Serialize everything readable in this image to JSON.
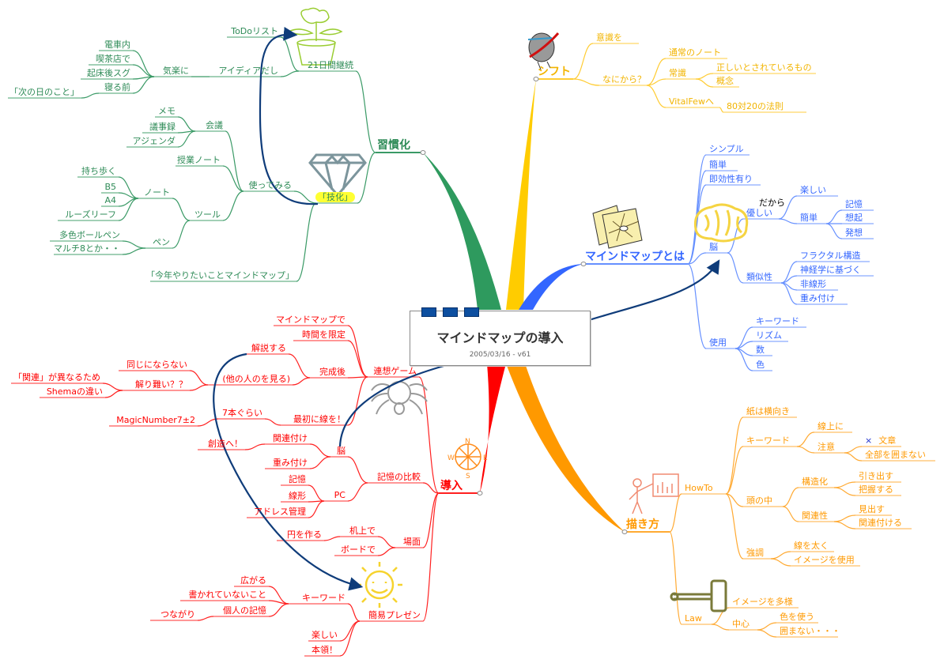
{
  "center": {
    "title": "マインドマップの導入",
    "subtitle": "2005/03/16 - v61"
  },
  "branches": [
    {
      "label": "習慣化",
      "side": "left",
      "text_color": "#2e8b57",
      "line_color": "#3a9a66",
      "fill_color": "#2e9a5e",
      "children": [
        {
          "label": "21日間継続",
          "children": [
            {
              "label": "ToDoリスト",
              "children": []
            },
            {
              "label": "アイディアだし",
              "children": [
                {
                  "label": "気楽に",
                  "children": [
                    {
                      "label": "電車内",
                      "children": []
                    },
                    {
                      "label": "喫茶店で",
                      "children": []
                    },
                    {
                      "label": "起床後スグ",
                      "children": []
                    },
                    {
                      "label": "寝る前",
                      "children": [
                        {
                          "label": "「次の日のこと」",
                          "children": []
                        }
                      ]
                    }
                  ]
                }
              ]
            }
          ]
        },
        {
          "label": "「技化」",
          "highlight": true,
          "children": [
            {
              "label": "使ってみる",
              "children": [
                {
                  "label": "会議",
                  "children": [
                    {
                      "label": "メモ",
                      "children": []
                    },
                    {
                      "label": "議事録",
                      "children": []
                    },
                    {
                      "label": "アジェンダ",
                      "children": []
                    }
                  ]
                },
                {
                  "label": "授業ノート",
                  "children": []
                },
                {
                  "label": "ツール",
                  "children": [
                    {
                      "label": "ノート",
                      "children": [
                        {
                          "label": "持ち歩く",
                          "children": []
                        },
                        {
                          "label": "B5",
                          "children": []
                        },
                        {
                          "label": "A4",
                          "children": []
                        },
                        {
                          "label": "ルーズリーフ",
                          "children": []
                        }
                      ]
                    },
                    {
                      "label": "ペン",
                      "children": [
                        {
                          "label": "多色ボールペン",
                          "children": []
                        },
                        {
                          "label": "マルチ8とか・・",
                          "children": []
                        }
                      ]
                    }
                  ]
                }
              ]
            },
            {
              "label": "「今年やりたいことマインドマップ」",
              "children": []
            }
          ]
        }
      ]
    },
    {
      "label": "シフト",
      "side": "right",
      "text_color": "#f2b400",
      "line_color": "#ffcc33",
      "fill_color": "#ffcc00",
      "children": [
        {
          "label": "意識を",
          "children": []
        },
        {
          "label": "なにから？",
          "children": [
            {
              "label": "通常のノート",
              "children": []
            },
            {
              "label": "常識",
              "children": [
                {
                  "label": "正しいとされているもの",
                  "children": []
                },
                {
                  "label": "概念",
                  "children": []
                }
              ]
            },
            {
              "label": "VitalFewへ",
              "children": [
                {
                  "label": "80対20の法則",
                  "children": []
                }
              ]
            }
          ]
        }
      ]
    },
    {
      "label": "マインドマップとは",
      "side": "right",
      "text_color": "#3366ff",
      "line_color": "#6690ff",
      "fill_color": "#3366ff",
      "annotation": "だから",
      "children": [
        {
          "label": "シンプル",
          "children": []
        },
        {
          "label": "簡単",
          "children": []
        },
        {
          "label": "即効性有り",
          "children": []
        },
        {
          "label": "脳",
          "children": [
            {
              "label": "優しい",
              "children": [
                {
                  "label": "楽しい",
                  "children": []
                },
                {
                  "label": "簡単",
                  "children": [
                    {
                      "label": "記憶",
                      "children": []
                    },
                    {
                      "label": "想起",
                      "children": []
                    },
                    {
                      "label": "発想",
                      "children": []
                    }
                  ]
                }
              ]
            },
            {
              "label": "類似性",
              "children": [
                {
                  "label": "フラクタル構造",
                  "children": []
                },
                {
                  "label": "神経学に基づく",
                  "children": []
                },
                {
                  "label": "非線形",
                  "children": []
                },
                {
                  "label": "重み付け",
                  "children": []
                }
              ]
            }
          ]
        },
        {
          "label": "使用",
          "children": [
            {
              "label": "キーワード",
              "children": []
            },
            {
              "label": "リズム",
              "children": []
            },
            {
              "label": "数",
              "children": []
            },
            {
              "label": "色",
              "children": []
            }
          ]
        }
      ]
    },
    {
      "label": "描き方",
      "side": "right",
      "text_color": "#ff9900",
      "line_color": "#ffaa33",
      "fill_color": "#ff9900",
      "children": [
        {
          "label": "HowTo",
          "children": [
            {
              "label": "紙は横向き",
              "children": []
            },
            {
              "label": "キーワード",
              "children": [
                {
                  "label": "線上に",
                  "children": []
                },
                {
                  "label": "注意",
                  "children": [
                    {
                      "label": "文章",
                      "prefix": "×",
                      "children": []
                    },
                    {
                      "label": "全部を囲まない",
                      "children": []
                    }
                  ]
                }
              ]
            },
            {
              "label": "頭の中",
              "children": [
                {
                  "label": "構造化",
                  "children": [
                    {
                      "label": "引き出す",
                      "children": []
                    },
                    {
                      "label": "把握する",
                      "children": []
                    }
                  ]
                },
                {
                  "label": "関連性",
                  "children": [
                    {
                      "label": "見出す",
                      "children": []
                    },
                    {
                      "label": "関連付ける",
                      "children": []
                    }
                  ]
                }
              ]
            },
            {
              "label": "強調",
              "children": [
                {
                  "label": "線を太く",
                  "children": []
                },
                {
                  "label": "イメージを使用",
                  "children": []
                }
              ]
            }
          ]
        },
        {
          "label": "Law",
          "children": [
            {
              "label": "イメージを多様",
              "children": []
            },
            {
              "label": "中心",
              "children": [
                {
                  "label": "色を使う",
                  "children": []
                },
                {
                  "label": "囲まない・・・",
                  "children": []
                }
              ]
            }
          ]
        }
      ]
    },
    {
      "label": "導入",
      "side": "left",
      "text_color": "#ff0000",
      "line_color": "#ff2020",
      "fill_color": "#ff0000",
      "children": [
        {
          "label": "連想ゲーム",
          "children": [
            {
              "label": "マインドマップで",
              "children": []
            },
            {
              "label": "時間を限定",
              "children": []
            },
            {
              "label": "完成後",
              "children": [
                {
                  "label": "解説する",
                  "children": []
                },
                {
                  "label": "(他の人のを見る)",
                  "children": [
                    {
                      "label": "同じにならない",
                      "children": []
                    },
                    {
                      "label": "解り難い？？",
                      "children": [
                        {
                          "label": "「関連」が異なるため",
                          "children": []
                        },
                        {
                          "label": "Shemaの違い",
                          "children": []
                        }
                      ]
                    }
                  ]
                }
              ]
            },
            {
              "label": "最初に線を！",
              "children": [
                {
                  "label": "7本ぐらい",
                  "children": [
                    {
                      "label": "MagicNumber7±2",
                      "children": []
                    }
                  ]
                }
              ]
            }
          ]
        },
        {
          "label": "記憶の比較",
          "children": [
            {
              "label": "脳",
              "children": [
                {
                  "label": "関連付け",
                  "children": [
                    {
                      "label": "創造へ！",
                      "children": []
                    }
                  ]
                },
                {
                  "label": "重み付け",
                  "children": []
                }
              ]
            },
            {
              "label": "PC",
              "children": [
                {
                  "label": "記憶",
                  "children": []
                },
                {
                  "label": "線形",
                  "children": []
                },
                {
                  "label": "アドレス管理",
                  "children": []
                }
              ]
            }
          ]
        },
        {
          "label": "場面",
          "children": [
            {
              "label": "机上で",
              "children": [
                {
                  "label": "円を作る",
                  "children": []
                }
              ]
            },
            {
              "label": "ボードで",
              "children": []
            }
          ]
        },
        {
          "label": "簡易プレゼン",
          "children": [
            {
              "label": "キーワード",
              "children": [
                {
                  "label": "広がる",
                  "children": []
                },
                {
                  "label": "書かれていないこと",
                  "children": []
                },
                {
                  "label": "個人の記憶",
                  "children": [
                    {
                      "label": "つながり",
                      "children": []
                    }
                  ]
                }
              ]
            },
            {
              "label": "楽しい",
              "children": []
            },
            {
              "label": "本領！",
              "children": []
            }
          ]
        }
      ]
    }
  ],
  "compass_letters": {
    "n": "N",
    "s": "S",
    "w": "W",
    "e": "E"
  },
  "relationship_color": "#0f3c7a"
}
